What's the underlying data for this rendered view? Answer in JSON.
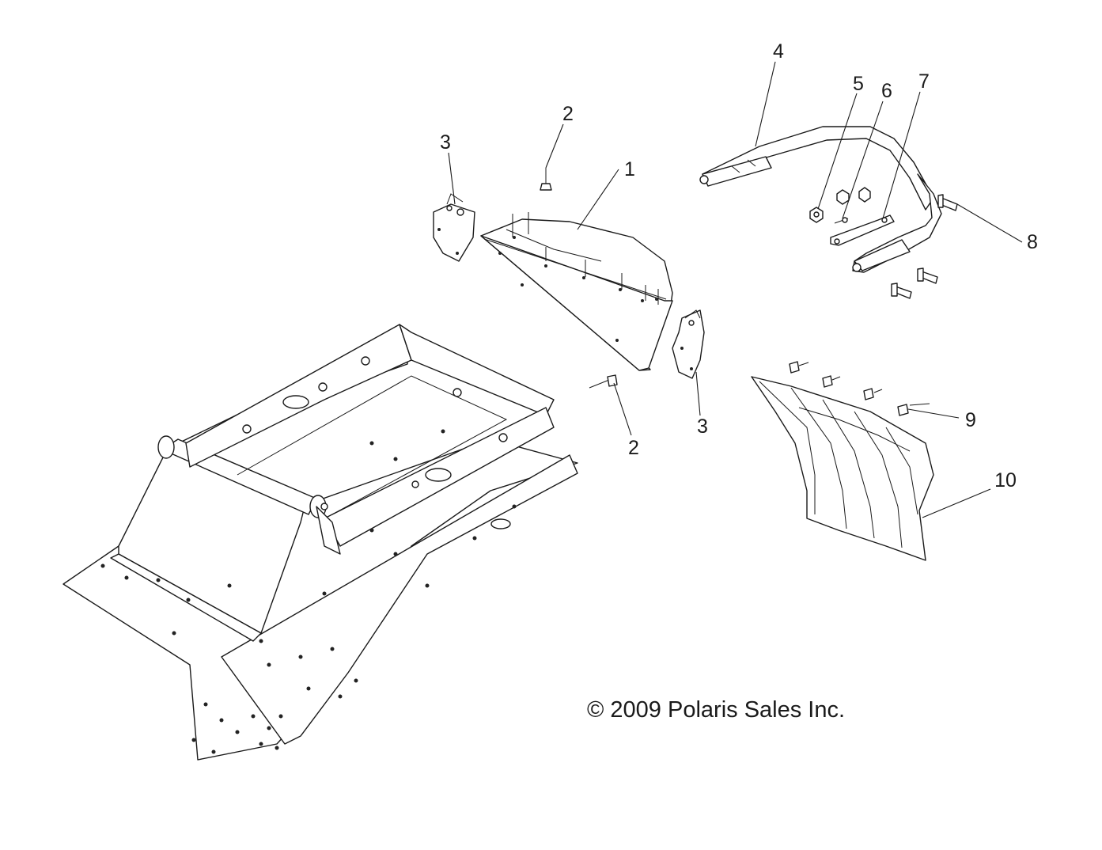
{
  "callouts": {
    "c1": "1",
    "c2a": "2",
    "c2b": "2",
    "c3a": "3",
    "c3b": "3",
    "c4": "4",
    "c5": "5",
    "c6": "6",
    "c7": "7",
    "c8": "8",
    "c9": "9",
    "c10": "10"
  },
  "copyright": "© 2009 Polaris Sales Inc."
}
